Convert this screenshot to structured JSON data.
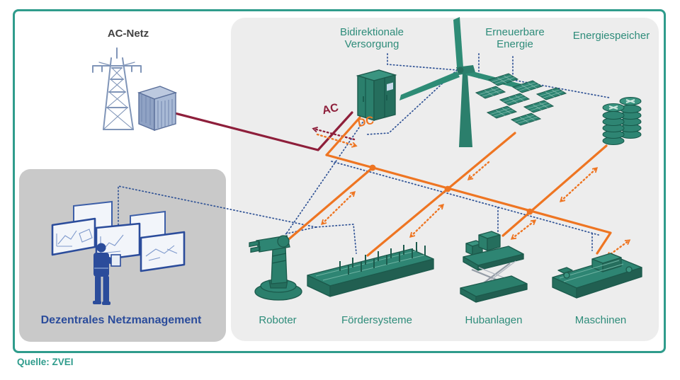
{
  "caption": "Quelle: ZVEI",
  "labels": {
    "ac_netz": "AC-Netz",
    "bidirektionale_line1": "Bidirektionale",
    "bidirektionale_line2": "Versorgung",
    "erneuerbare_line1": "Erneuerbare",
    "erneuerbare_line2": "Energie",
    "energiespeicher": "Energiespeicher",
    "roboter": "Roboter",
    "foerdersysteme": "Fördersysteme",
    "hubanlagen": "Hubanlagen",
    "maschinen": "Maschinen",
    "netzmanagement": "Dezentrales Netzmanagement",
    "ac": "AC",
    "dc": "DC"
  },
  "icons": [
    "transmission-tower-icon",
    "transformer-icon",
    "converter-cabinet-icon",
    "wind-turbine-icon",
    "solar-panels-icon",
    "battery-storage-icon",
    "robot-arm-icon",
    "conveyor-icon",
    "scissor-lift-icon",
    "machine-icon",
    "control-room-icon"
  ],
  "colors": {
    "teal_border": "#2F9C8C",
    "label_green": "#2E8C7A",
    "machine_green": "#2B7F6C",
    "dc_orange": "#EE7522",
    "ac_dark_red": "#8E1F3B",
    "network_dotted_blue": "#2F5295",
    "management_blue": "#2B4C9B",
    "panel_light": "#EDEDED",
    "panel_dark": "#C9C9C9"
  }
}
